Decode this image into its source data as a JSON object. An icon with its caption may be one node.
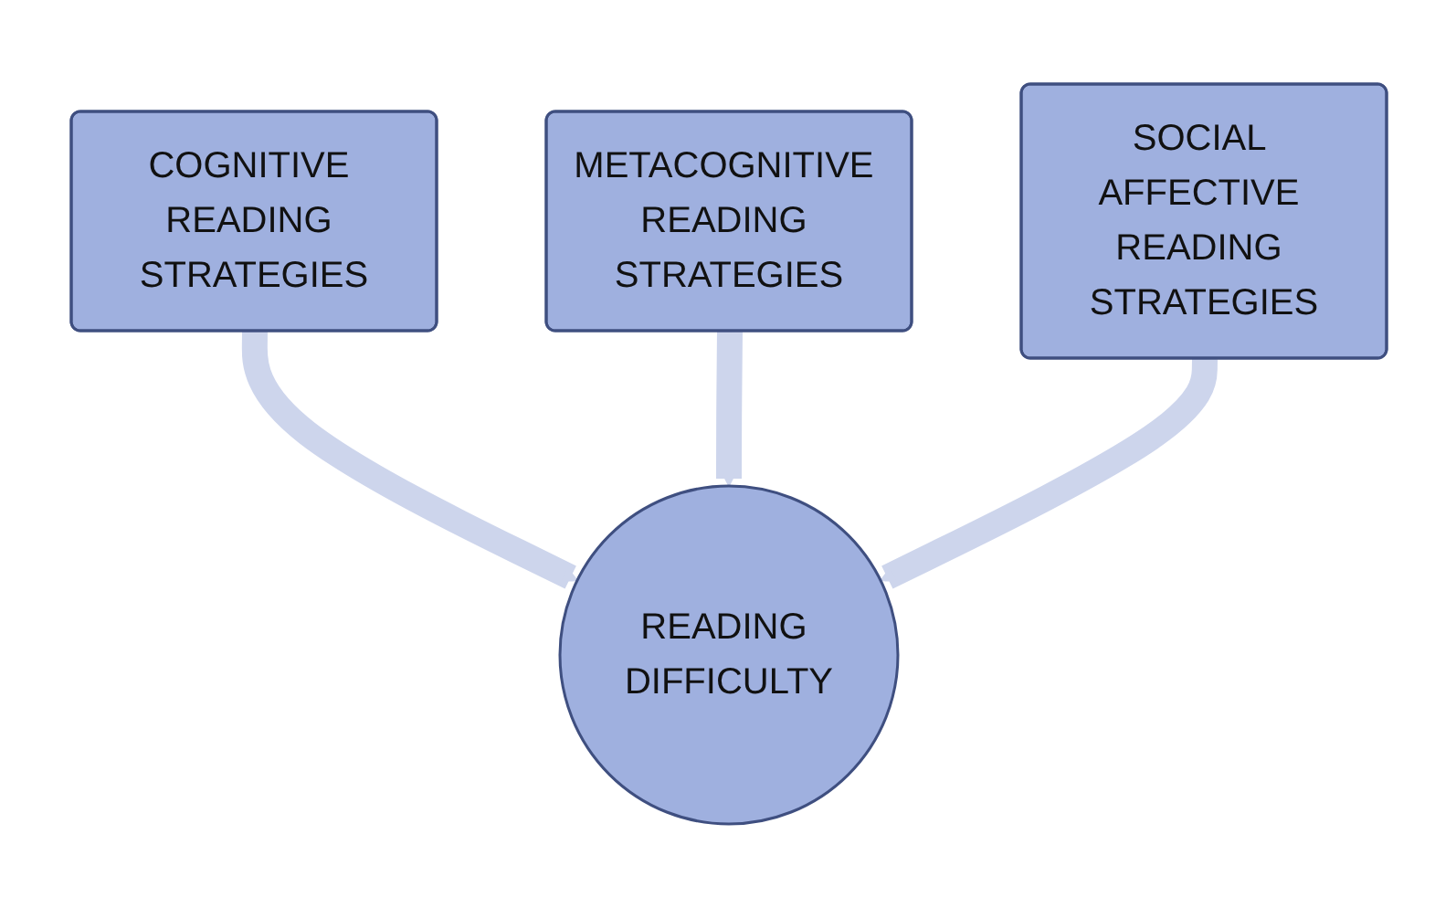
{
  "diagram": {
    "nodes": [
      {
        "text": [
          "COGNITIVE READING STRATEGIES"
        ]
      },
      {
        "text": [
          "METACOGNITIVE READING STRATEGIES"
        ]
      },
      {
        "text": [
          "SOCIAL AFFECTIVE READING STRATEGIES"
        ]
      },
      {
        "text": [
          "READING DIFFICULTY"
        ]
      }
    ],
    "edges": [
      {
        "from": 0,
        "to": 3,
        "arrow": "to"
      },
      {
        "from": 1,
        "to": 3,
        "arrow": "to"
      },
      {
        "from": 2,
        "to": 3,
        "arrow": "to"
      }
    ]
  }
}
